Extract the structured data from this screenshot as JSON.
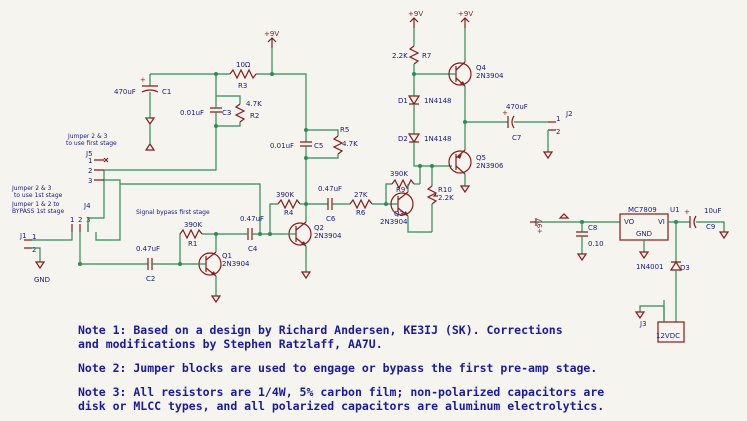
{
  "labels": {
    "vcc": "+9V",
    "vcc_reg": "+9V",
    "gnd": "GND",
    "c1_val": "470uF",
    "c1_ref": "C1",
    "r3_val": "10Ω",
    "r3_ref": "R3",
    "c3_val": "0.01uF",
    "c3_ref": "C3",
    "r2_val": "4.7K",
    "r2_ref": "R2",
    "r5_ref": "R5",
    "r5_val": "4.7K",
    "c5_val": "0.01uF",
    "c5_ref": "C5",
    "r7_val": "2.2K",
    "r7_ref": "R7",
    "d1_ref": "D1",
    "d1_val": "1N4148",
    "d2_ref": "D2",
    "d2_val": "1N4148",
    "q4_ref": "Q4",
    "q4_val": "2N3904",
    "q5_ref": "Q5",
    "q5_val": "2N3906",
    "c7_val": "470uF",
    "c7_ref": "C7",
    "j2_ref": "J2",
    "r9_val": "390K",
    "r9_ref": "R9",
    "r10_ref": "R10",
    "r10_val": "2.2K",
    "q3_ref": "Q3",
    "q3_val": "2N3904",
    "r4_val": "390K",
    "r4_ref": "R4",
    "c6_val": "0.47uF",
    "c6_ref": "C6",
    "r6_val": "27K",
    "r6_ref": "R6",
    "q2_ref": "Q2",
    "q2_val": "2N3904",
    "c4_val": "0.47uF",
    "c4_ref": "C4",
    "r1_val": "390K",
    "r1_ref": "R1",
    "q1_ref": "Q1",
    "q1_val": "2N3904",
    "c2_val": "0.47uF",
    "c2_ref": "C2",
    "j1_ref": "J1",
    "j4_ref": "J4",
    "j5_ref": "J5",
    "j5_note": "Jumper 2 & 3",
    "j5_note2": "to use first stage",
    "j4_note1": "Jumper 2 & 3",
    "j4_note2": "to use 1st stage",
    "j4_note3": "Jumper 1 & 2 to",
    "j4_note4": "BYPASS 1st stage",
    "bypass_note": "Signal bypass first stage",
    "u1_val": "MC7809",
    "u1_ref": "U1",
    "u1_vo": "VO",
    "u1_vi": "VI",
    "u1_gnd": "GND",
    "c8_ref": "C8",
    "c8_val": "0.10",
    "c9_val": "10uF",
    "c9_ref": "C9",
    "d3_val": "1N4001",
    "d3_ref": "D3",
    "j3_ref": "J3",
    "j3_val": "12VDC",
    "p1": "1",
    "p2": "2",
    "p3": "3"
  },
  "notes": [
    "Note 1: Based on a design by Richard Andersen, KE3IJ (SK). Corrections",
    "and modifications by Stephen Ratzlaff, AA7U.",
    "Note 2: Jumper blocks are used to engage or bypass the first pre-amp stage.",
    "Note 3: All resistors are 1/4W, 5% carbon film; non-polarized capacitors are",
    "disk or MLCC types, and all polarized capacitors are aluminum electrolytics."
  ]
}
